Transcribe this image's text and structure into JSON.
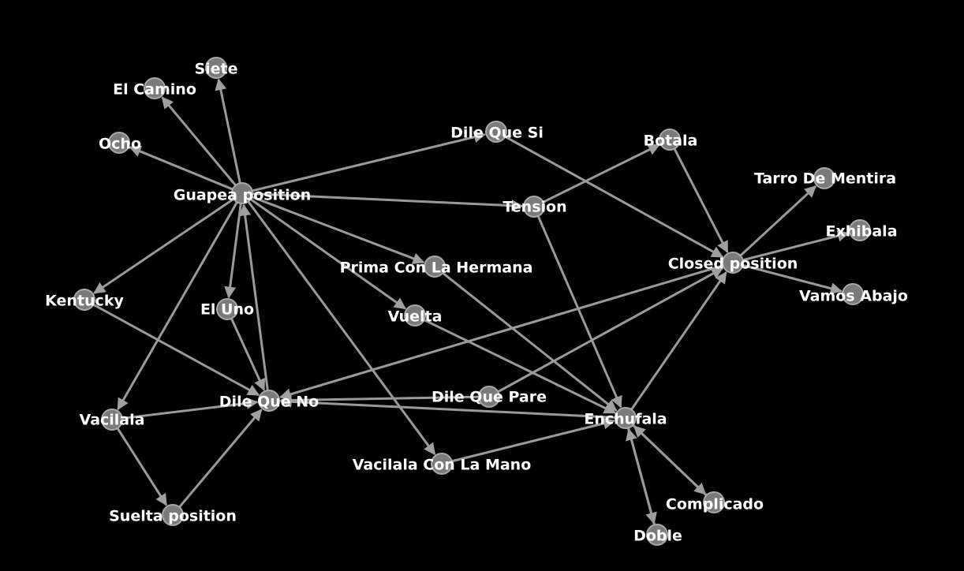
{
  "graph": {
    "nodes": [
      {
        "id": "siete",
        "label": "Siete"
      },
      {
        "id": "el_camino",
        "label": "El Camino"
      },
      {
        "id": "ocho",
        "label": "Ocho"
      },
      {
        "id": "guapea",
        "label": "Guapea position"
      },
      {
        "id": "dile_que_si",
        "label": "Dile Que Si"
      },
      {
        "id": "botala",
        "label": "Botala"
      },
      {
        "id": "tarro",
        "label": "Tarro De Mentira"
      },
      {
        "id": "tension",
        "label": "Tension"
      },
      {
        "id": "exhibala",
        "label": "Exhibala"
      },
      {
        "id": "closed",
        "label": "Closed position"
      },
      {
        "id": "prima",
        "label": "Prima Con La Hermana"
      },
      {
        "id": "vamos_abajo",
        "label": "Vamos Abajo"
      },
      {
        "id": "kentucky",
        "label": "Kentucky"
      },
      {
        "id": "el_uno",
        "label": "El Uno"
      },
      {
        "id": "vuelta",
        "label": "Vuelta"
      },
      {
        "id": "dile_que_pare",
        "label": "Dile Que Pare"
      },
      {
        "id": "dile_que_no",
        "label": "Dile Que No"
      },
      {
        "id": "vacilala",
        "label": "Vacilala"
      },
      {
        "id": "enchufala",
        "label": "Enchufala"
      },
      {
        "id": "vacilala_mano",
        "label": "Vacilala Con La Mano"
      },
      {
        "id": "complicado",
        "label": "Complicado"
      },
      {
        "id": "suelta",
        "label": "Suelta position"
      },
      {
        "id": "doble",
        "label": "Doble"
      }
    ],
    "edges": [
      {
        "from": "guapea",
        "to": "siete"
      },
      {
        "from": "guapea",
        "to": "el_camino"
      },
      {
        "from": "guapea",
        "to": "ocho"
      },
      {
        "from": "guapea",
        "to": "dile_que_si"
      },
      {
        "from": "guapea",
        "to": "tension"
      },
      {
        "from": "guapea",
        "to": "prima"
      },
      {
        "from": "guapea",
        "to": "vuelta"
      },
      {
        "from": "guapea",
        "to": "kentucky"
      },
      {
        "from": "guapea",
        "to": "el_uno"
      },
      {
        "from": "guapea",
        "to": "vacilala"
      },
      {
        "from": "guapea",
        "to": "vacilala_mano"
      },
      {
        "from": "dile_que_no",
        "to": "guapea"
      },
      {
        "from": "dile_que_si",
        "to": "closed"
      },
      {
        "from": "tension",
        "to": "botala"
      },
      {
        "from": "tension",
        "to": "enchufala"
      },
      {
        "from": "botala",
        "to": "closed"
      },
      {
        "from": "closed",
        "to": "tarro"
      },
      {
        "from": "closed",
        "to": "exhibala"
      },
      {
        "from": "closed",
        "to": "vamos_abajo"
      },
      {
        "from": "closed",
        "to": "dile_que_no"
      },
      {
        "from": "dile_que_pare",
        "to": "closed"
      },
      {
        "from": "enchufala",
        "to": "closed"
      },
      {
        "from": "prima",
        "to": "enchufala"
      },
      {
        "from": "vuelta",
        "to": "enchufala"
      },
      {
        "from": "kentucky",
        "to": "dile_que_no"
      },
      {
        "from": "el_uno",
        "to": "dile_que_no"
      },
      {
        "from": "vacilala",
        "to": "dile_que_no"
      },
      {
        "from": "vacilala",
        "to": "suelta"
      },
      {
        "from": "suelta",
        "to": "dile_que_no"
      },
      {
        "from": "dile_que_pare",
        "to": "dile_que_no"
      },
      {
        "from": "enchufala",
        "to": "dile_que_no"
      },
      {
        "from": "vacilala_mano",
        "to": "enchufala"
      },
      {
        "from": "enchufala",
        "to": "complicado"
      },
      {
        "from": "complicado",
        "to": "enchufala"
      },
      {
        "from": "enchufala",
        "to": "doble"
      },
      {
        "from": "doble",
        "to": "enchufala"
      }
    ]
  },
  "colors": {
    "background": "#000000",
    "edge": "#9a9a9a",
    "node_fill": "#7a7a7a",
    "node_stroke": "#a8a8a8",
    "label": "#ffffff"
  }
}
